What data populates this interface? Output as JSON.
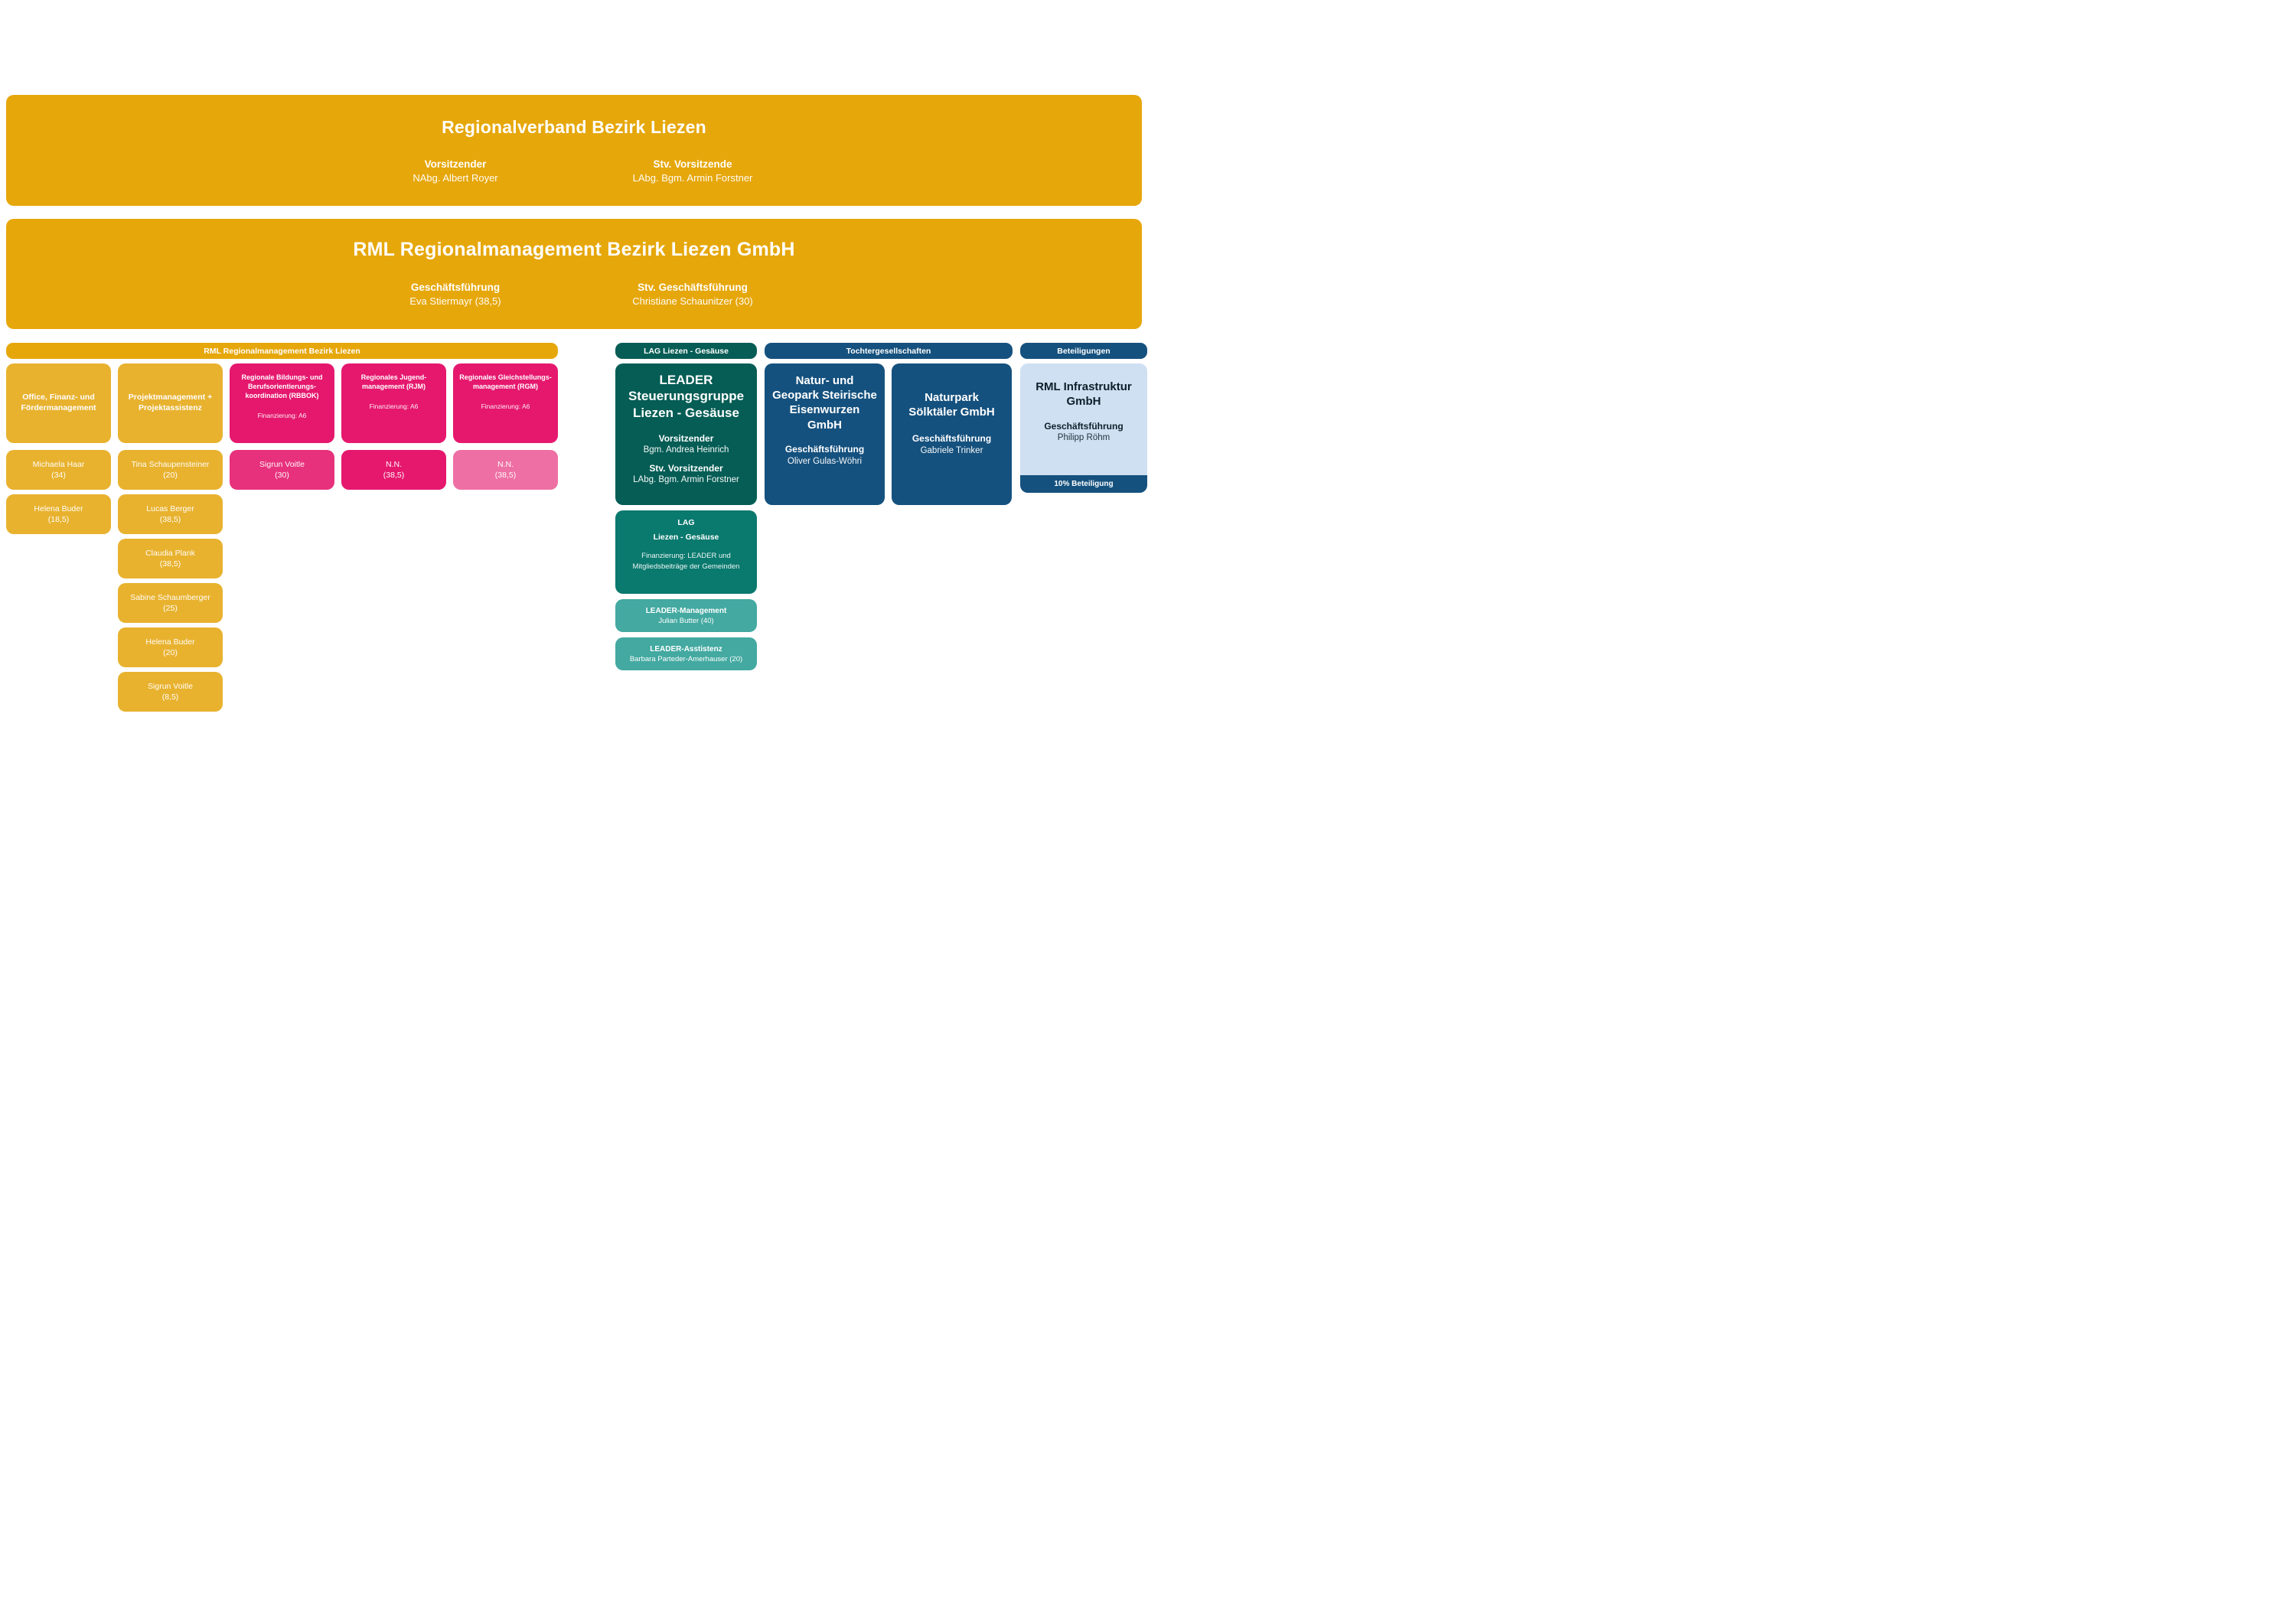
{
  "colors": {
    "gold": "#E6A70B",
    "gold-light": "#E8B22F",
    "pink": "#E5186E",
    "pink-mid": "#E7317C",
    "pink-light": "#EE6FA4",
    "teal-dark": "#055D55",
    "teal": "#0A796E",
    "teal-light": "#43A9A1",
    "blue-dark": "#15517E",
    "blue-light": "#CFE0F2",
    "text-dark": "#0E1E2A"
  },
  "banner_regionalverband": {
    "title": "Regionalverband Bezirk Liezen",
    "roles": [
      {
        "label": "Vorsitzender",
        "name": "NAbg. Albert Royer"
      },
      {
        "label": "Stv. Vorsitzende",
        "name": "LAbg. Bgm. Armin Forstner"
      }
    ]
  },
  "banner_rml": {
    "title": "RML Regionalmanagement Bezirk Liezen GmbH",
    "roles": [
      {
        "label": "Geschäftsführung",
        "name": "Eva Stiermayr (38,5)"
      },
      {
        "label": "Stv. Geschäftsführung",
        "name": "Christiane Schaunitzer (30)"
      }
    ]
  },
  "rml_section": {
    "header": "RML Regionalmanagement Bezirk Liezen",
    "columns": [
      {
        "title": "Office, Finanz- und\nFördermanagement",
        "members": [
          {
            "name": "Michaela Haar",
            "hours": "(34)"
          },
          {
            "name": "Helena Buder",
            "hours": "(18,5)"
          }
        ]
      },
      {
        "title": "Projektmanagement +\nProjektassistenz",
        "members": [
          {
            "name": "Tina Schaupensteiner",
            "hours": "(20)"
          },
          {
            "name": "Lucas Berger",
            "hours": "(38,5)"
          },
          {
            "name": "Claudia Plank",
            "hours": "(38,5)"
          },
          {
            "name": "Sabine Schaumberger",
            "hours": "(25)"
          },
          {
            "name": "Helena Buder",
            "hours": "(20)"
          },
          {
            "name": "Sigrun Voitle",
            "hours": "(8,5)"
          }
        ]
      },
      {
        "title": "Regionale Bildungs- und\nBerufsorientierungs-\nkoordination (RBBOK)",
        "note": "Finanzierung: A6",
        "members": [
          {
            "name": "Sigrun Voitle",
            "hours": "(30)"
          }
        ]
      },
      {
        "title": "Regionales Jugend-\nmanagement (RJM)",
        "note": "Finanzierung: A6",
        "members": [
          {
            "name": "N.N.",
            "hours": "(38,5)"
          }
        ]
      },
      {
        "title": "Regionales Gleichstellungs-\nmanagement (RGM)",
        "note": "Finanzierung: A6",
        "members": [
          {
            "name": "N.N.",
            "hours": "(38,5)"
          }
        ]
      }
    ]
  },
  "lag_section": {
    "header": "LAG Liezen - Gesäuse",
    "steering": {
      "title": "LEADER\nSteuerungsgruppe\nLiezen - Gesäuse",
      "roles": [
        {
          "label": "Vorsitzender",
          "name": "Bgm. Andrea Heinrich"
        },
        {
          "label": "Stv. Vorsitzender",
          "name": "LAbg. Bgm. Armin Forstner"
        }
      ]
    },
    "lag_box": {
      "title": "LAG",
      "subtitle": "Liezen - Gesäuse",
      "note": "Finanzierung: LEADER und\nMitgliedsbeiträge der Gemeinden"
    },
    "management": {
      "label": "LEADER-Management",
      "name": "Julian Butter (40)"
    },
    "assistance": {
      "label": "LEADER-Asstistenz",
      "name": "Barbara Parteder-Amerhauser (20)"
    }
  },
  "tochter_section": {
    "header": "Tochtergesellschaften",
    "companies": [
      {
        "title": "Natur- und\nGeopark Steirische\nEisenwurzen\nGmbH",
        "role_label": "Geschäftsführung",
        "role_name": "Oliver Gulas-Wöhri"
      },
      {
        "title": "Naturpark\nSölktäler GmbH",
        "role_label": "Geschäftsführung",
        "role_name": "Gabriele Trinker"
      }
    ]
  },
  "beteiligungen_section": {
    "header": "Beteiligungen",
    "company": {
      "title": "RML Infrastruktur\nGmbH",
      "role_label": "Geschäftsführung",
      "role_name": "Philipp Röhm",
      "badge": "10% Beteiligung"
    }
  }
}
